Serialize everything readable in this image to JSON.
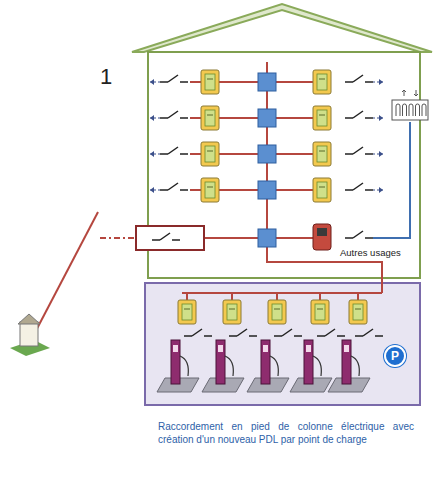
{
  "diagram": {
    "caption": "Raccordement en pied de colonne électrique avec création d'un nouveau PDL par point de charge",
    "nodes": [
      {
        "text": [
          "P"
        ]
      }
    ],
    "labels": [
      "1",
      "Autres usages"
    ]
  }
}
